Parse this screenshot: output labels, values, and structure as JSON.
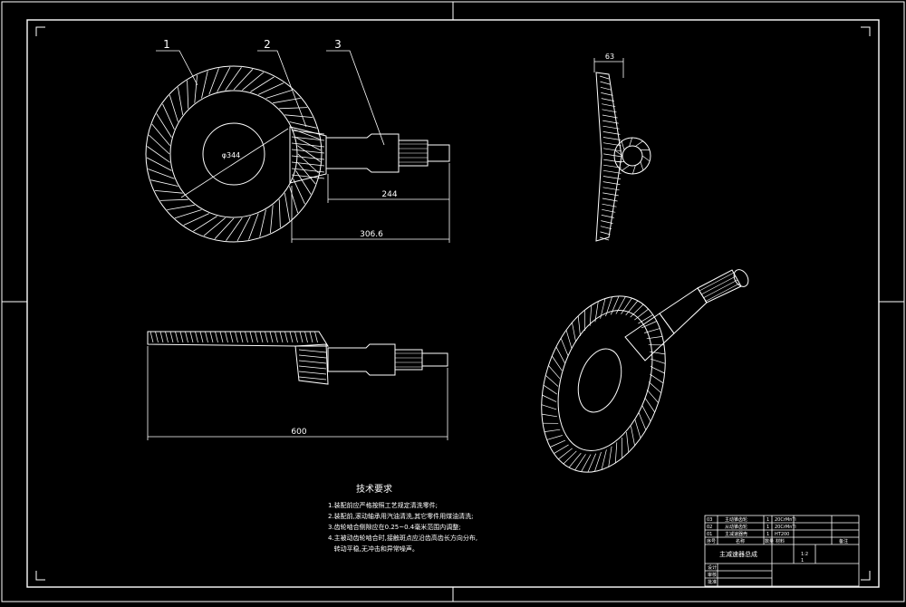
{
  "colors": {
    "background": "#000000",
    "lines": "#ffffff"
  },
  "part_labels": [
    "1",
    "2",
    "3"
  ],
  "dimensions": {
    "gear_diameter": "φ344",
    "shaft_length": "244",
    "assembly_length": "306.6",
    "side_view_width": "63",
    "overall_length": "600"
  },
  "technical_requirements": {
    "title": "技术要求",
    "items": [
      "1.装配前应严格按照工艺规定清洗零件;",
      "2.装配前,滚动轴承用汽油清洗,其它零件用煤油清洗;",
      "3.齿轮啮合侧隙应在0.25~0.4毫米范围内调整;",
      "4.主被动齿轮啮合时,接触斑点应沿齿高齿长方向分布,",
      "   转动平稳,无冲击和异常噪声。"
    ]
  },
  "title_block": {
    "drawing_name": "主减速器总成",
    "scale": "1:2",
    "sheet": "1",
    "parts_rows": [
      {
        "no": "03",
        "name": "主动锥齿轮",
        "qty": "1",
        "material": "20CrMnTi"
      },
      {
        "no": "02",
        "name": "从动锥齿轮",
        "qty": "1",
        "material": "20CrMnTi"
      },
      {
        "no": "01",
        "name": "主减速器壳",
        "qty": "1",
        "material": "HT200"
      }
    ],
    "headers": {
      "no": "序号",
      "name": "名称",
      "qty": "数量",
      "material": "材料",
      "remarks": "备注"
    },
    "sign_labels": [
      "设计",
      "审核",
      "批准"
    ]
  }
}
